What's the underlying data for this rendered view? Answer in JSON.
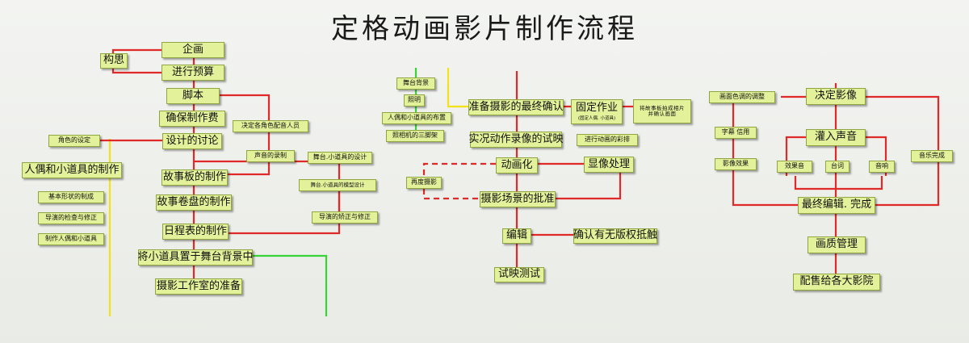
{
  "title": "定格动画影片制作流程",
  "nodes": {
    "qihua": "企画",
    "gousi": "构思",
    "yusuan": "进行预算",
    "jiaoben": "脚本",
    "zhizuofei": "确保制作费",
    "peiyin": "决定各角色配音人员",
    "sheji_taolun": "设计的讨论",
    "juese_sheding": "角色的设定",
    "renou_daoju": "人偶和小道具的制作",
    "shengyin_luzhi": "声音的录制",
    "wutai_sheji": "舞台.小道具的设计",
    "gushiban": "故事板的制作",
    "moxing_sheji": "舞台.小道具的模型设计",
    "jiben_xingzhuang": "基本形状的制成",
    "daoyan_jiancha": "导演的检查与修正",
    "gushi_juanpan": "故事卷盘的制作",
    "zhizuo_renou": "制作人偶和小道具",
    "daoyan_jiaozheng": "导演的矫正与修正",
    "richengbiao": "日程表的制作",
    "fangzhi_daoju": "将小道具置于舞台背景中",
    "sheyingshi": "摄影工作室的准备",
    "wutai_beijing": "舞台背景",
    "zhaoming": "照明",
    "buzhi": "人偶和小道具的布置",
    "sanjiaojia": "照相机的三脚架",
    "zuizhong_queren": "准备摄影的最终确认",
    "guding_zuoye": "固定作业",
    "guding_sub": "(固定人偶. 小道具)",
    "gushiban_paishe": "将故事板拍成相片并确认画面",
    "shikuang": "实况动作录像的试映",
    "caipai": "进行动画的彩排",
    "donghuahua": "动画化",
    "xianxiang": "显像处理",
    "zaidu_sheying": "再度摄影",
    "pizhun": "摄影场景的批准",
    "bianji": "编辑",
    "banquan": "确认有无版权抵触",
    "shiying": "试映测试",
    "semiao": "画面色调的调整",
    "jueding_yingxiang": "决定影像",
    "zimu": "字幕 信用",
    "guanru_shengyin": "灌入声音",
    "yingxiang_xiaoguo": "影像效果",
    "xiaoguoyin": "效果音",
    "taici": "台词",
    "yinxiang": "音响",
    "yinyue": "音乐完成",
    "zuizhong_bianji": "最终编辑. 完成",
    "huazhi": "画质管理",
    "peishou": "配售给各大影院"
  },
  "colors": {
    "red": "#e02a2a",
    "yellow": "#f1e21b",
    "green": "#36d436",
    "node_fill": "#e3f29a"
  }
}
